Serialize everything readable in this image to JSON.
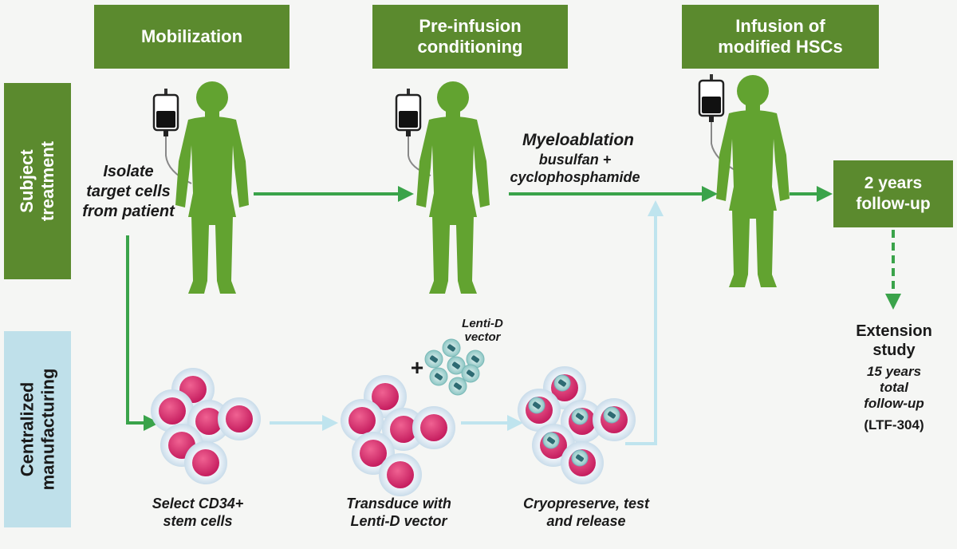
{
  "headers": {
    "mobilization": "Mobilization",
    "conditioning": "Pre-infusion\nconditioning",
    "infusion": "Infusion of\nmodified HSCs"
  },
  "side_labels": {
    "subject_treatment": "Subject\ntreatment",
    "centralized_manufacturing": "Centralized\nmanufacturing"
  },
  "followup": "2 years\nfollow-up",
  "labels": {
    "isolate": "Isolate\ntarget cells\nfrom patient",
    "myeloablation_title": "Myeloablation",
    "myeloablation_drugs": "busulfan +\ncyclophosphamide",
    "lenti_vector": "Lenti-D\nvector",
    "plus": "+",
    "select": "Select CD34+\nstem cells",
    "transduce": "Transduce with\nLenti-D vector",
    "cryo": "Cryopreserve, test\nand release"
  },
  "extension": {
    "title": "Extension\nstudy",
    "years": "15 years\ntotal\nfollow-up",
    "code": "(LTF-304)"
  },
  "colors": {
    "header_green": "#5b8a2e",
    "figure_green": "#62a330",
    "arrow_green": "#3aa34a",
    "arrow_blue": "#bfe4ee",
    "side_blue": "#bfe0ea",
    "cell_pink": "#d81b60"
  }
}
